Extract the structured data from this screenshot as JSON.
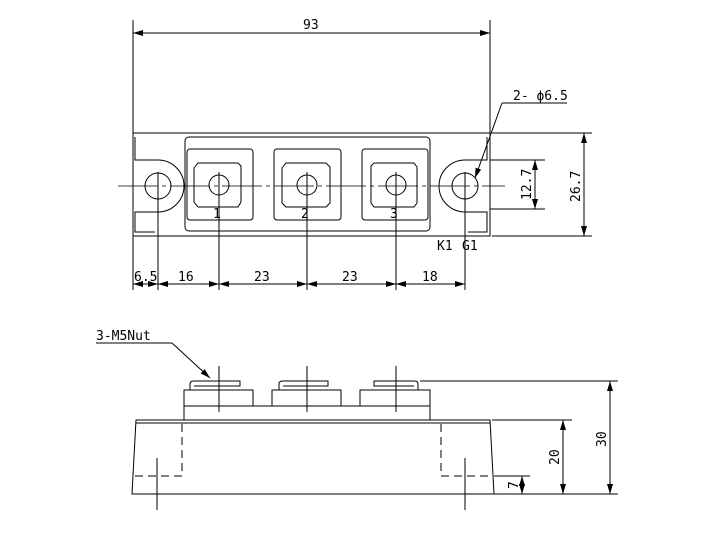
{
  "top_view": {
    "overall_width": "93",
    "hole_note": "2- ϕ6.5",
    "terminal_labels": [
      "1",
      "2",
      "3"
    ],
    "gate_labels": [
      "K1",
      "G1"
    ],
    "spacing_dims": [
      "6.5",
      "16",
      "23",
      "23",
      "18"
    ],
    "slot_height": "12.7",
    "body_height": "26.7"
  },
  "side_view": {
    "nut_note": "3-M5Nut",
    "height_total": "30",
    "height_base": "20",
    "height_mount": "7"
  }
}
